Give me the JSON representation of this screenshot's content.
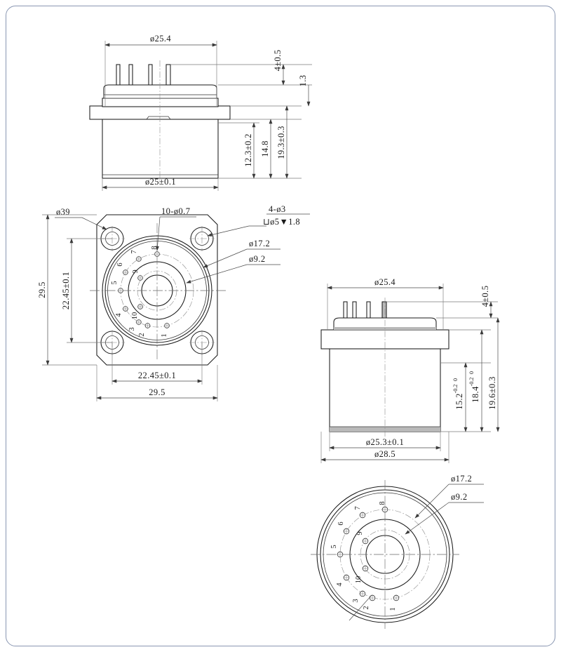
{
  "document": {
    "type": "engineering-drawing",
    "description": "Mechanical outline drawing of a 10-pin flanged cylindrical connector / TO-style sensor package",
    "border_color": "#8a97b2",
    "line_color": "#1a1a1a",
    "background": "#ffffff"
  },
  "views": {
    "top_left": {
      "name": "Front elevation (flanged body, left variant)",
      "dimensions": {
        "top_width": "ø25.4",
        "bottom_width": "ø25±0.1",
        "pin_length": "4±0.5",
        "flange_thickness": "1.3",
        "body_height_1": "12.3±0.2",
        "body_height_2": "14.8",
        "overall_height": "19.3±0.3"
      }
    },
    "bottom_left": {
      "name": "Bottom view with square flange and pin circle",
      "callouts": {
        "flange_diameter": "ø39",
        "pin_holes": "10-ø0.7",
        "mounting_holes": "4-ø3",
        "counterbore": "⊔ø5▼1.8",
        "outer_circle": "ø17.2",
        "inner_circle": "ø9.2"
      },
      "dimensions": {
        "vertical_outer": "29.5",
        "vertical_inner": "22.45±0.1",
        "horizontal_inner": "22.45±0.1",
        "horizontal_outer": "29.5"
      },
      "pin_labels": [
        "1",
        "2",
        "3",
        "4",
        "5",
        "6",
        "7",
        "8",
        "9",
        "10"
      ]
    },
    "right_middle": {
      "name": "Front elevation (flanged body, right variant)",
      "dimensions": {
        "top_width": "ø25.4",
        "pin_length": "4±0.5",
        "body_height_1": "15.2",
        "body_height_1_tol_upper": "0",
        "body_height_1_tol_lower": "-0.2",
        "body_height_2": "18.4",
        "body_height_2_tol_upper": "0",
        "body_height_2_tol_lower": "-0.2",
        "overall_height": "19.6±0.3",
        "body_diameter": "ø25.3±0.1",
        "flange_diameter": "ø28.5"
      }
    },
    "bottom_right": {
      "name": "Bottom view, round flange variant",
      "callouts": {
        "outer_circle": "ø17.2",
        "inner_circle": "ø9.2"
      },
      "pin_labels": [
        "1",
        "2",
        "3",
        "4",
        "5",
        "6",
        "7",
        "8",
        "9",
        "10"
      ]
    }
  }
}
